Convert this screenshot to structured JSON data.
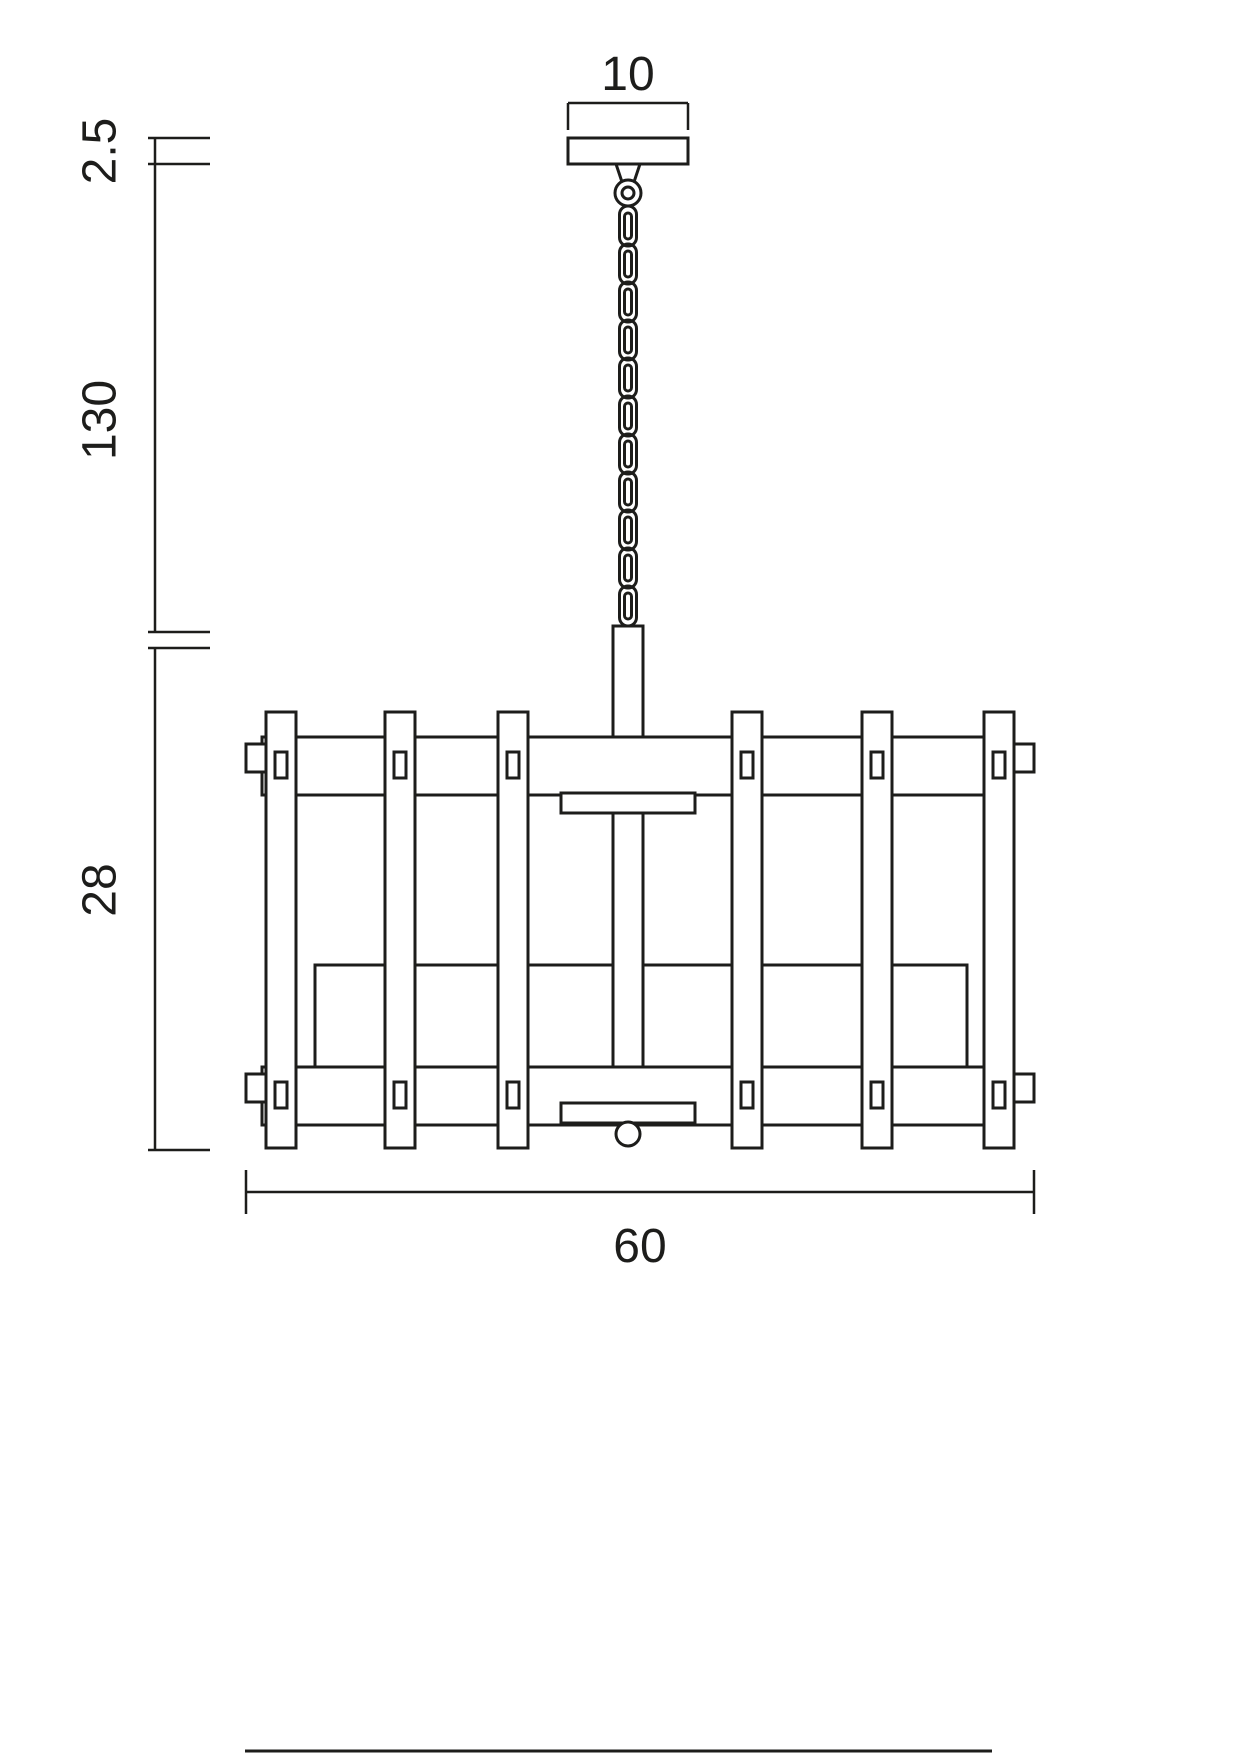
{
  "drawing": {
    "type": "technical-dimension-drawing",
    "subject": "pendant light / chandelier line drawing",
    "background": "#ffffff",
    "line_color": "#1d1d1b",
    "dimensions": {
      "canopy_width": "10",
      "canopy_height": "2.5",
      "suspension_length": "130",
      "body_height": "28",
      "body_width": "60"
    }
  }
}
